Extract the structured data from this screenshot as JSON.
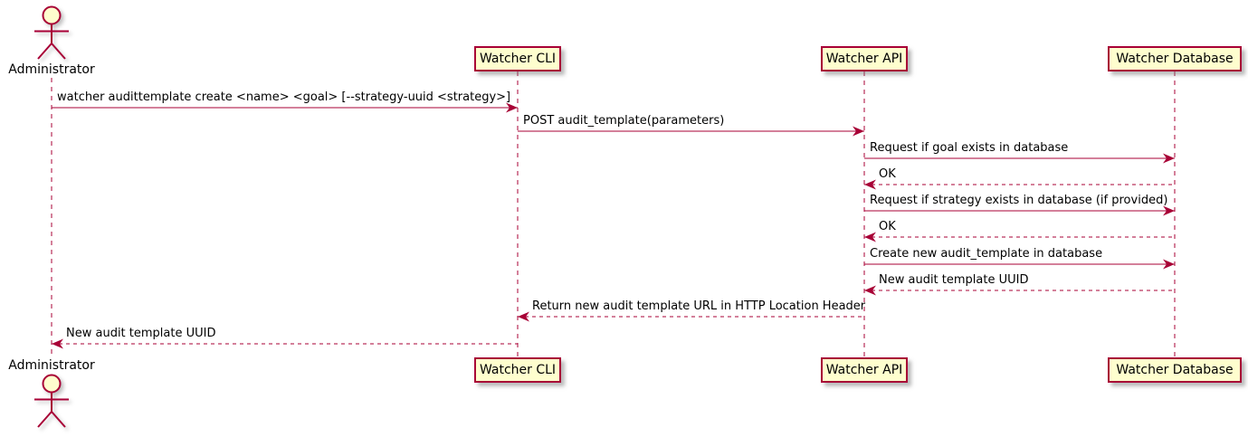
{
  "diagram": {
    "type": "sequence",
    "colors": {
      "accent": "#A80036",
      "participant_fill": "#FEFECE",
      "text": "#000000",
      "background": "#FFFFFF"
    },
    "participants": [
      {
        "id": "administrator",
        "label": "Administrator",
        "kind": "actor"
      },
      {
        "id": "watcher-cli",
        "label": "Watcher CLI",
        "kind": "participant"
      },
      {
        "id": "watcher-api",
        "label": "Watcher API",
        "kind": "participant"
      },
      {
        "id": "watcher-database",
        "label": "Watcher Database",
        "kind": "participant"
      }
    ],
    "messages": [
      {
        "from": "administrator",
        "to": "watcher-cli",
        "text": "watcher audittemplate create <name> <goal> [--strategy-uuid <strategy>]",
        "line": "solid"
      },
      {
        "from": "watcher-cli",
        "to": "watcher-api",
        "text": "POST audit_template(parameters)",
        "line": "solid"
      },
      {
        "from": "watcher-api",
        "to": "watcher-database",
        "text": "Request if goal exists in database",
        "line": "solid"
      },
      {
        "from": "watcher-database",
        "to": "watcher-api",
        "text": "OK",
        "line": "dashed"
      },
      {
        "from": "watcher-api",
        "to": "watcher-database",
        "text": "Request if strategy exists in database (if provided)",
        "line": "solid"
      },
      {
        "from": "watcher-database",
        "to": "watcher-api",
        "text": "OK",
        "line": "dashed"
      },
      {
        "from": "watcher-api",
        "to": "watcher-database",
        "text": "Create new audit_template in database",
        "line": "solid"
      },
      {
        "from": "watcher-database",
        "to": "watcher-api",
        "text": "New audit template UUID",
        "line": "dashed"
      },
      {
        "from": "watcher-api",
        "to": "watcher-cli",
        "text": "Return new audit template URL in HTTP Location Header",
        "line": "dashed"
      },
      {
        "from": "watcher-cli",
        "to": "administrator",
        "text": "New audit template UUID",
        "line": "dashed"
      }
    ]
  }
}
